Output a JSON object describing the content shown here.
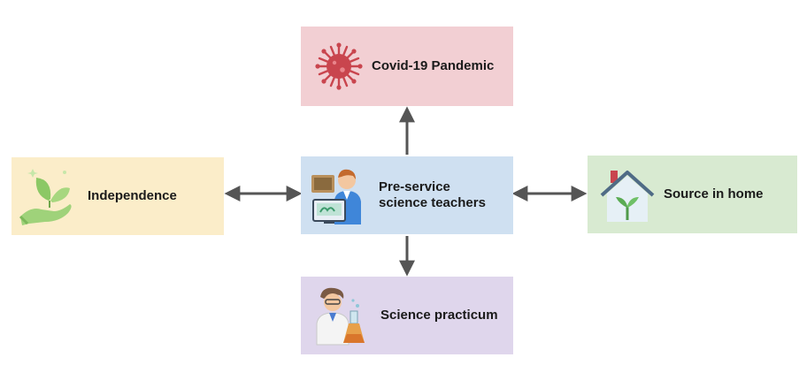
{
  "nodes": {
    "covid": {
      "label": "Covid-19 Pandemic",
      "icon": "virus-icon",
      "color": "#f2cfd3"
    },
    "center": {
      "label_line1": "Pre-service",
      "label_line2": "science teachers",
      "icon": "teacher-icon",
      "color": "#cfe0f1"
    },
    "independence": {
      "label": "Independence",
      "icon": "plant-hand-icon",
      "color": "#fbedc9"
    },
    "home": {
      "label": "Source in home",
      "icon": "house-plant-icon",
      "color": "#d8ead1"
    },
    "practicum": {
      "label": "Science practicum",
      "icon": "scientist-icon",
      "color": "#dfd6ec"
    }
  },
  "edges": [
    {
      "from": "center",
      "to": "covid",
      "direction": "one-way"
    },
    {
      "from": "center",
      "to": "practicum",
      "direction": "one-way"
    },
    {
      "from": "center",
      "to": "independence",
      "direction": "two-way"
    },
    {
      "from": "center",
      "to": "home",
      "direction": "two-way"
    }
  ],
  "arrow_color": "#555555"
}
